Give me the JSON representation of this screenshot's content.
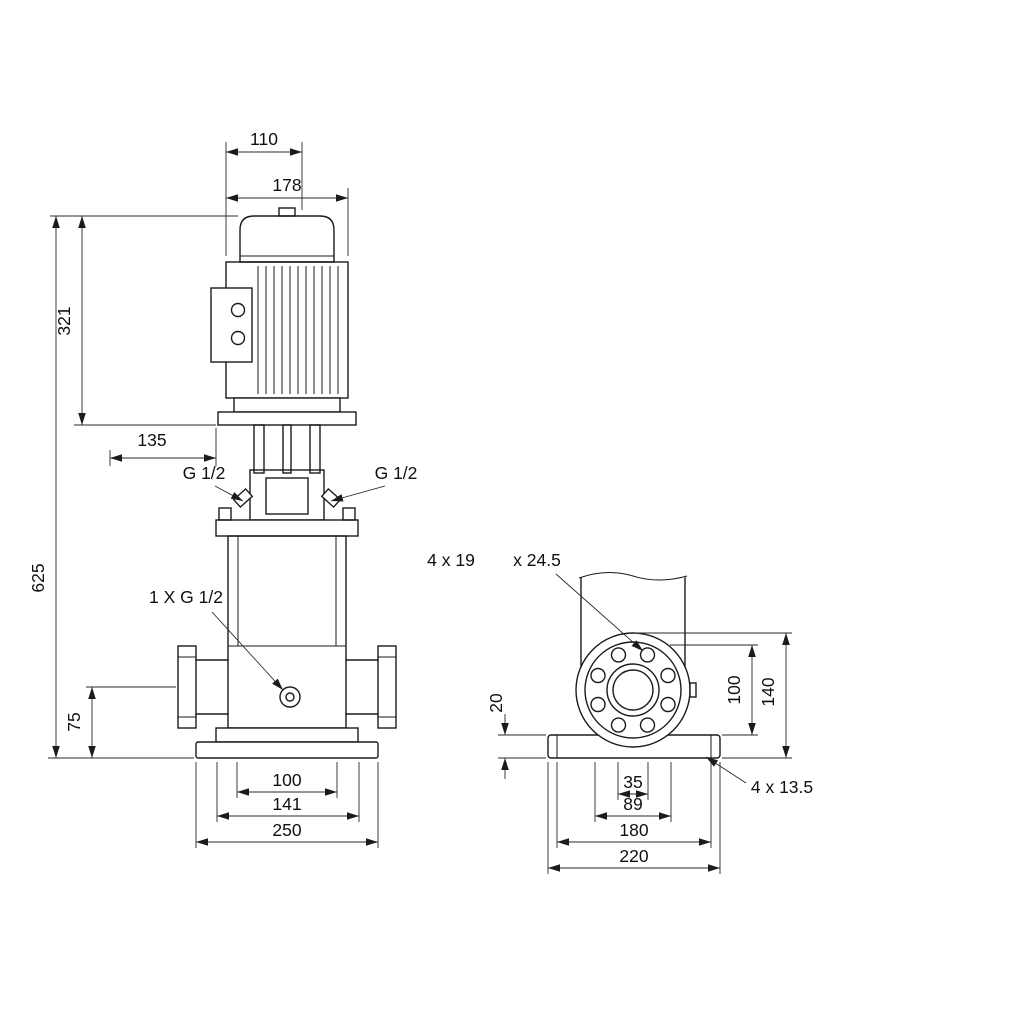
{
  "colors": {
    "background": "#ffffff",
    "line": "#1b1b1b"
  },
  "front_view": {
    "dims": {
      "w110": "110",
      "w178": "178",
      "h321": "321",
      "d135": "135",
      "h625": "625",
      "h75": "75",
      "b100": "100",
      "b141": "141",
      "b250": "250"
    },
    "ports": {
      "left": "G 1/2",
      "right": "G 1/2",
      "drain": "1 X G 1/2"
    }
  },
  "side_view": {
    "dims": {
      "flange_holes": "4 x 19",
      "counterbore": "x 24.5",
      "t20": "20",
      "h100": "100",
      "h140": "140",
      "base_holes": "4 x 13.5",
      "b35": "35",
      "b89": "89",
      "b180": "180",
      "b220": "220"
    }
  }
}
